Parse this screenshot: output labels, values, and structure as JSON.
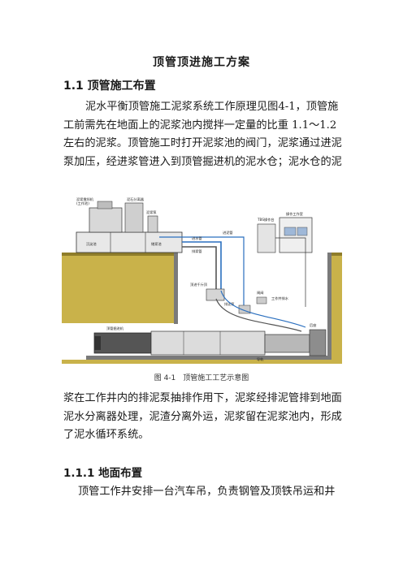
{
  "doc_title": "顶管顶进施工方案",
  "section_1_1": "1.1 顶管施工布置",
  "para1": [
    "泥水平衡顶管施工泥浆系统工作原理见图4-1，顶管施",
    "工前需先在地面上的泥浆池内搅拌一定量的比重 1.1～1.2",
    "左右的泥浆。顶管施工时打开泥浆池的阀门，泥浆通过进泥",
    "泵加压，经进浆管进入到顶管掘进机的泥水仓；泥水仓的泥"
  ],
  "figure": {
    "caption": "图 4-1　顶管施工工艺示意图",
    "labels": {
      "mixer": "泥浆搅拌机",
      "mixer_sub": "(工作池)",
      "tank_1": "泥石分离器",
      "tank_2": "沉淀池",
      "tank_3": "储浆池",
      "pump": "泥浆泵",
      "inlet": "进水管",
      "outlet": "排浆管",
      "return_line": "进泥管",
      "control": "TBS操作台",
      "control_room": "操作工作室",
      "pipe_jack": "顶进千斤顶",
      "valve": "闸阀",
      "drain_pump": "排泥泵",
      "sump": "工作井排水",
      "machine": "顶管掘进机",
      "shaft_wall": "后座",
      "floor": "导轨"
    }
  },
  "para2": [
    "浆在工作井内的排泥泵抽排作用下，泥浆经排泥管排到地面",
    "泥水分离器处理，泥渣分离外运，泥浆留在泥浆池内，形成",
    "了泥水循环系统。"
  ],
  "section_1_1_1": "1.1.1 地面布置",
  "para3": [
    "顶管工作井安排一台汽车吊，负责钢管及顶铁吊运和井"
  ]
}
